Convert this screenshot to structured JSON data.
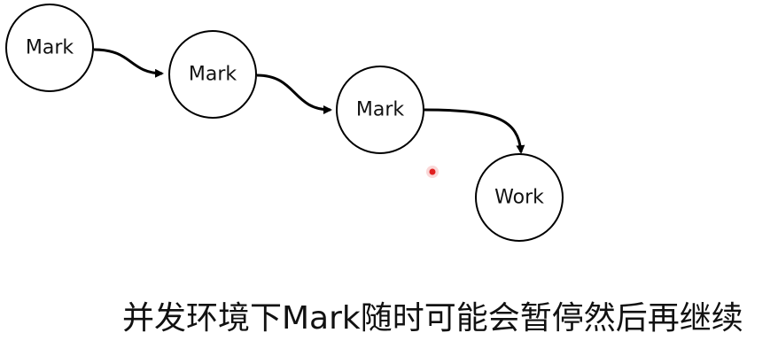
{
  "nodes": [
    {
      "label": "Mark"
    },
    {
      "label": "Mark"
    },
    {
      "label": "Mark"
    },
    {
      "label": "Work"
    }
  ],
  "caption": "并发环境下Mark随时可能会暂停然后再继续",
  "colors": {
    "stroke": "#000000",
    "text": "#111111",
    "cursor": "#e02020"
  }
}
